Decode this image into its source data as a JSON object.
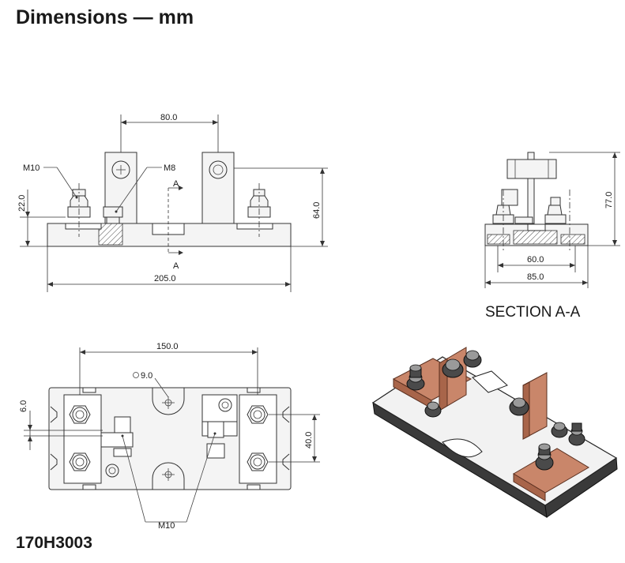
{
  "title": "Dimensions — mm",
  "part_number": "170H3003",
  "section_label": "SECTION A-A",
  "front_view": {
    "dim_top": "80.0",
    "dim_overall_width": "205.0",
    "dim_left_height": "22.0",
    "dim_right_height": "64.0",
    "label_m10": "M10",
    "label_m8": "M8",
    "section_mark_top": "A",
    "section_mark_bottom": "A"
  },
  "section_view": {
    "dim_height": "77.0",
    "dim_inner": "60.0",
    "dim_outer": "85.0"
  },
  "top_view": {
    "dim_width": "150.0",
    "dim_hole": "9.0",
    "dim_left": "6.0",
    "dim_right": "40.0",
    "label_m10": "M10"
  }
}
